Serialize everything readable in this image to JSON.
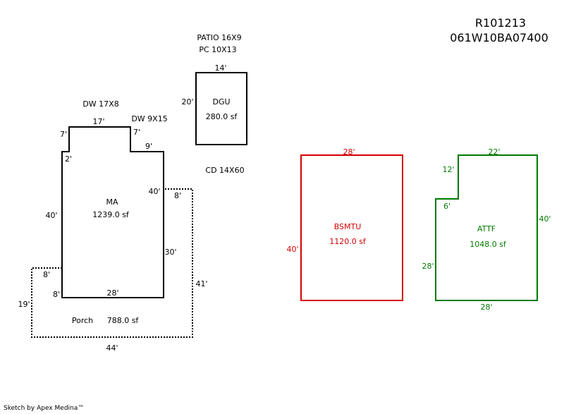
{
  "header": {
    "parcel_id": "R101213",
    "map_number": "061W10BA07400"
  },
  "notes": {
    "patio": "PATIO 16X9",
    "pc": "PC 10X13",
    "dw1": "DW 17X8",
    "dw2": "DW 9X15",
    "cd": "CD 14X60"
  },
  "colors": {
    "outline": "#000000",
    "bsmt": "#d40000",
    "attf": "#007a00"
  },
  "areas": {
    "dgu": {
      "name": "DGU",
      "area": "280.0 sf",
      "dims": {
        "top": "14'",
        "left": "20'"
      }
    },
    "ma": {
      "name": "MA",
      "area": "1239.0 sf",
      "dims": {
        "top": "17'",
        "notch_left": "7'",
        "step_left": "2'",
        "notch_right": "7'",
        "step_right": "9'",
        "right_upper": "40'",
        "left": "40'",
        "right_lower": "30'",
        "bottom": "28'",
        "lower_left_a": "8'",
        "lower_left_b": "8'"
      }
    },
    "porch": {
      "name": "Porch",
      "area": "788.0 sf",
      "dims": {
        "top_right": "8'",
        "right": "41'",
        "left": "19'",
        "bottom": "44'"
      }
    },
    "bsmtu": {
      "name": "BSMTU",
      "area": "1120.0 sf",
      "dims": {
        "top": "28'",
        "left": "40'"
      }
    },
    "attf": {
      "name": "ATTF",
      "area": "1048.0 sf",
      "dims": {
        "top": "22'",
        "notch_left": "12'",
        "notch_bottom": "6'",
        "right": "40'",
        "left": "28'",
        "bottom": "28'"
      }
    }
  },
  "footer": {
    "credit": "Sketch by Apex Medina™"
  }
}
